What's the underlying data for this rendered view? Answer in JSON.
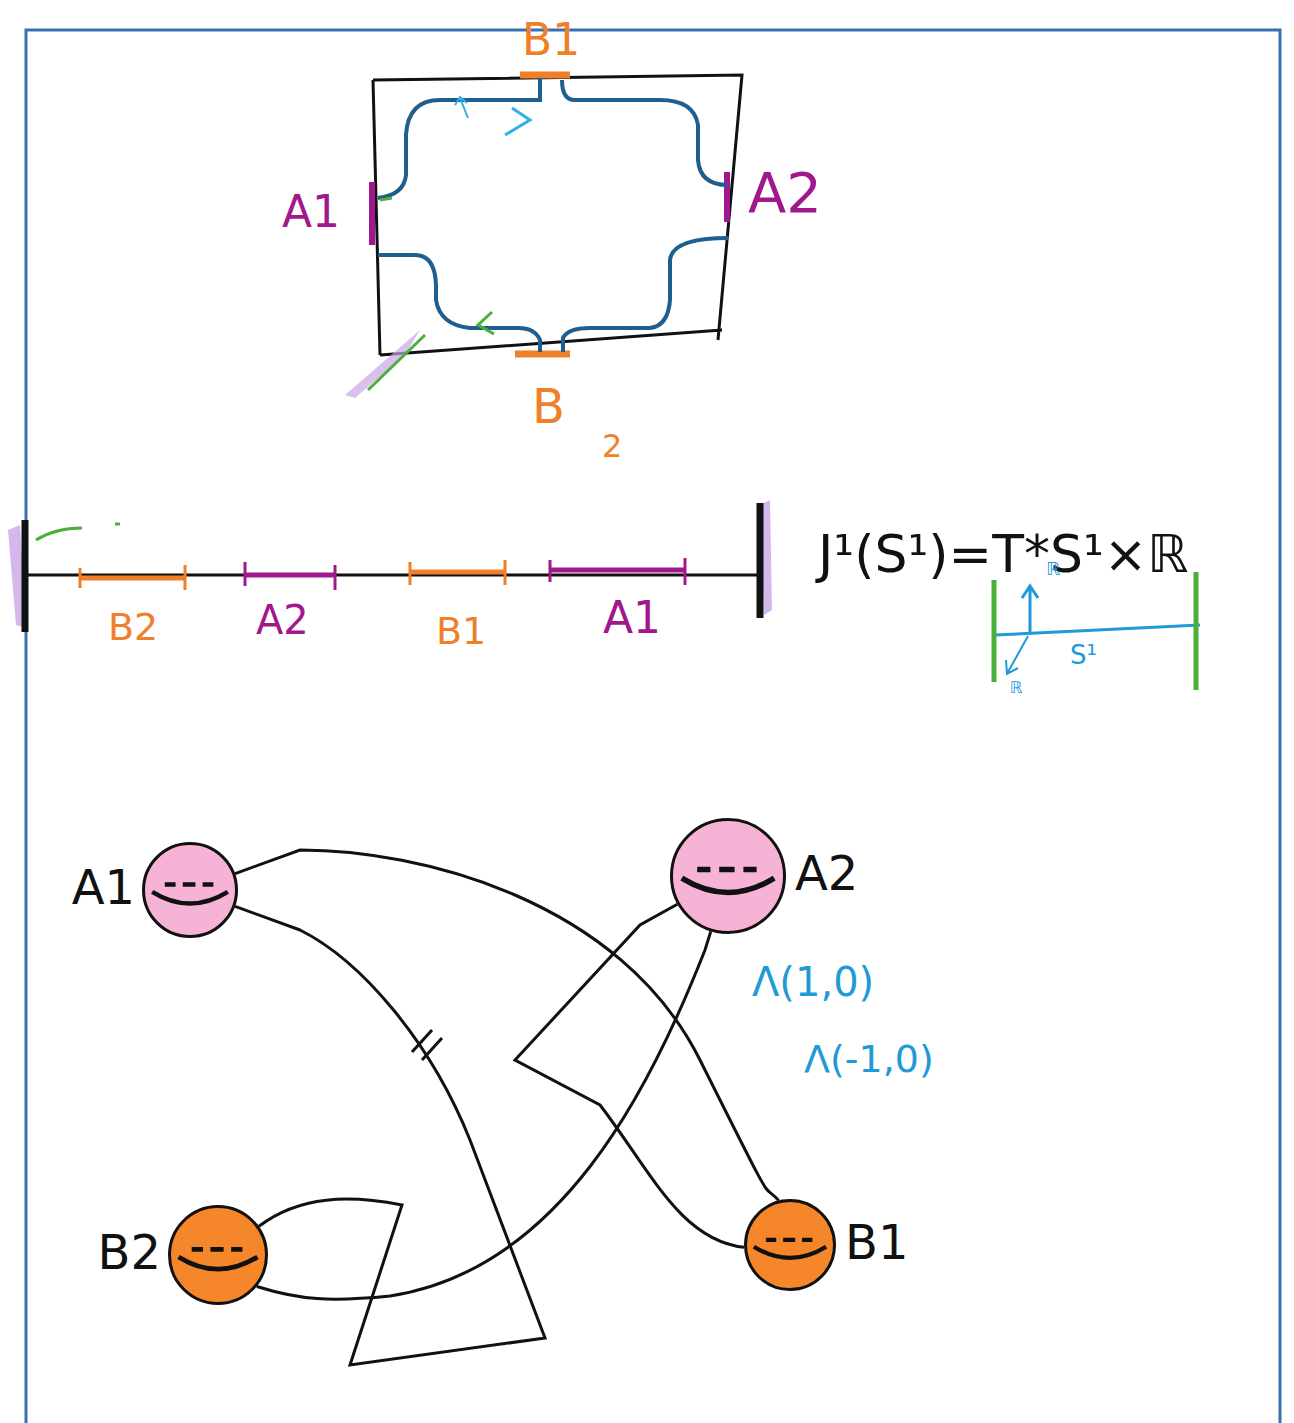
{
  "diagram": {
    "nodes": [
      {
        "text": [
          "A1"
        ]
      },
      {
        "text": [
          "A2"
        ]
      },
      {
        "text": [
          "B2"
        ]
      },
      {
        "text": [
          "B1"
        ]
      }
    ],
    "edges": [
      {
        "from": 0,
        "to": 3,
        "arrow": "none"
      },
      {
        "from": 0,
        "to": 2,
        "arrow": "none"
      },
      {
        "from": 1,
        "to": 3,
        "arrow": "none"
      },
      {
        "from": 1,
        "to": 2,
        "arrow": "none"
      }
    ],
    "labels": [
      "B1",
      "A1",
      "A2",
      "B",
      "2",
      "B2",
      "A2",
      "B1",
      "A1",
      "J¹(S¹)=T*S¹×ℝ",
      "ℝ",
      "S¹",
      "ℝ",
      "Λ(1,0)",
      "Λ(-1,0)"
    ]
  }
}
